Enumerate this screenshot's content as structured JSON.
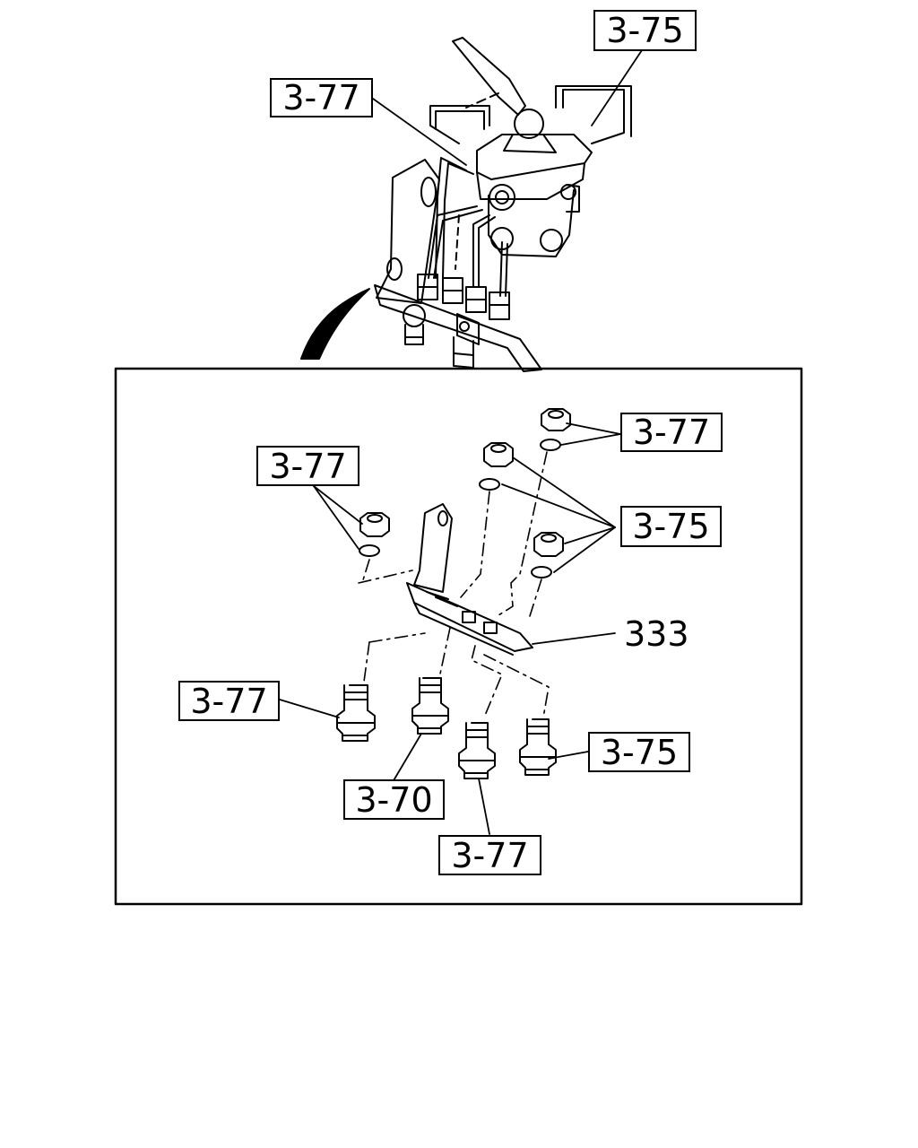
{
  "callouts": {
    "top_3_75": "3-75",
    "top_3_77": "3-77",
    "detail_3_77_upper_right": "3-77",
    "detail_3_77_upper_left": "3-77",
    "detail_3_75_right": "3-75",
    "detail_333": "333",
    "detail_3_77_left": "3-77",
    "detail_3_75_lower_right": "3-75",
    "detail_3_70": "3-70",
    "detail_3_77_bottom": "3-77"
  }
}
